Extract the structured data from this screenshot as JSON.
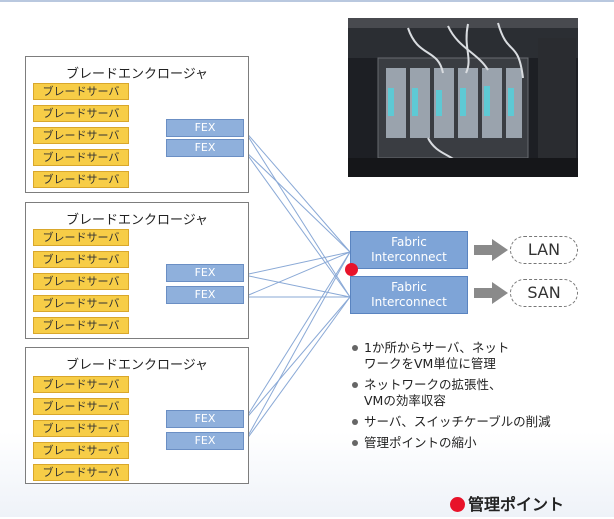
{
  "enclosures": [
    {
      "title": "ブレードエンクロージャ",
      "servers": [
        "ブレードサーバ",
        "ブレードサーバ",
        "ブレードサーバ",
        "ブレードサーバ",
        "ブレードサーバ"
      ],
      "fex": [
        "FEX",
        "FEX"
      ]
    },
    {
      "title": "ブレードエンクロージャ",
      "servers": [
        "ブレードサーバ",
        "ブレードサーバ",
        "ブレードサーバ",
        "ブレードサーバ",
        "ブレードサーバ"
      ],
      "fex": [
        "FEX",
        "FEX"
      ]
    },
    {
      "title": "ブレードエンクロージャ",
      "servers": [
        "ブレードサーバ",
        "ブレードサーバ",
        "ブレードサーバ",
        "ブレードサーバ",
        "ブレードサーバ"
      ],
      "fex": [
        "FEX",
        "FEX"
      ]
    }
  ],
  "fabric_interconnects": [
    {
      "line1": "Fabric",
      "line2": "Interconnect",
      "network": "LAN"
    },
    {
      "line1": "Fabric",
      "line2": "Interconnect",
      "network": "SAN"
    }
  ],
  "bullets": [
    [
      "1か所からサーバ、ネット",
      "ワークをVM単位に管理"
    ],
    [
      "ネットワークの拡張性、",
      "VMの効率収容"
    ],
    [
      "サーバ、スイッチケーブルの削減"
    ],
    [
      "管理ポイントの縮小"
    ]
  ],
  "legend": "管理ポイント",
  "colors": {
    "server_fill": "#f7cd47",
    "fex_fill": "#8fb0dc",
    "fabric_fill": "#7ea4d7",
    "wire": "#8aa9d6",
    "management_point": "#e8132a"
  }
}
